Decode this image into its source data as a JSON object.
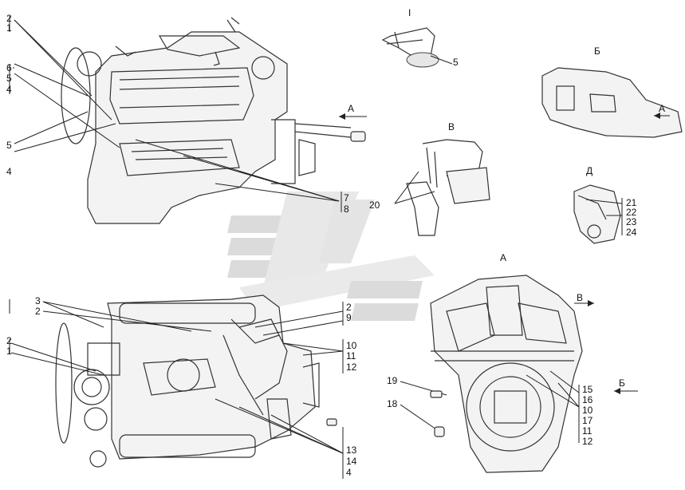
{
  "views": {
    "v1": "I",
    "b": "Б",
    "v": "В",
    "d": "Д",
    "a": "А",
    "a_arrow": "А",
    "a_inset": "А",
    "v_arrow": "В",
    "b_arrow": "Б"
  },
  "callouts": {
    "tl_2": "2",
    "tl_1": "1",
    "tl_6": "6",
    "tl_5": "5",
    "tl_4": "4",
    "tl_5b": "5",
    "tl_4b": "4",
    "tl_7": "7",
    "tl_8": "8",
    "i_5": "5",
    "v_20": "20",
    "d_21": "21",
    "d_22": "22",
    "d_23": "23",
    "d_24": "24",
    "bl_3": "3",
    "bl_2": "2",
    "bl_2b": "2",
    "bl_1b": "1",
    "bl_2r": "2",
    "bl_9": "9",
    "bl_10": "10",
    "bl_11": "11",
    "bl_12": "12",
    "bl_13": "13",
    "bl_14": "14",
    "bl_4": "4",
    "br_19": "19",
    "br_18": "18",
    "br_15": "15",
    "br_16": "16",
    "br_10": "10",
    "br_17": "17",
    "br_11": "11",
    "br_12": "12"
  },
  "colors": {
    "ink": "#222222",
    "watermark": "#c8c8c8"
  }
}
